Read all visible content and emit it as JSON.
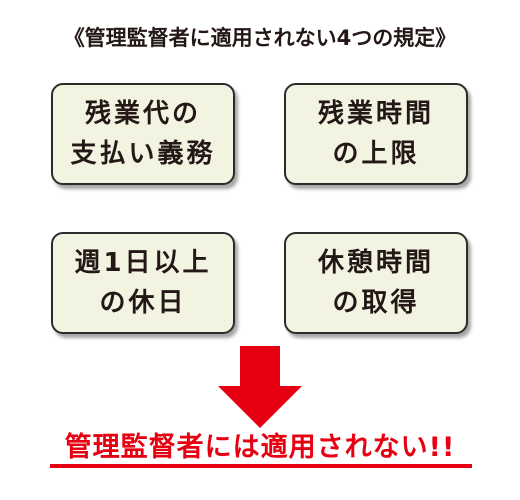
{
  "title": "《管理監督者に適用されない4つの規定》",
  "boxes": [
    {
      "line1": "残業代の",
      "line2": "支払い義務"
    },
    {
      "line1": "残業時間",
      "line2": "の上限"
    },
    {
      "line1": "週1日以上",
      "line2": "の休日"
    },
    {
      "line1": "休憩時間",
      "line2": "の取得"
    }
  ],
  "conclusion": "管理監督者には適用されない!!",
  "colors": {
    "box_fill": "#f3f3e2",
    "box_border": "#2b2b2b",
    "accent_red": "#e60012",
    "text": "#231815"
  },
  "icons": {
    "arrow": "down-arrow-icon"
  }
}
